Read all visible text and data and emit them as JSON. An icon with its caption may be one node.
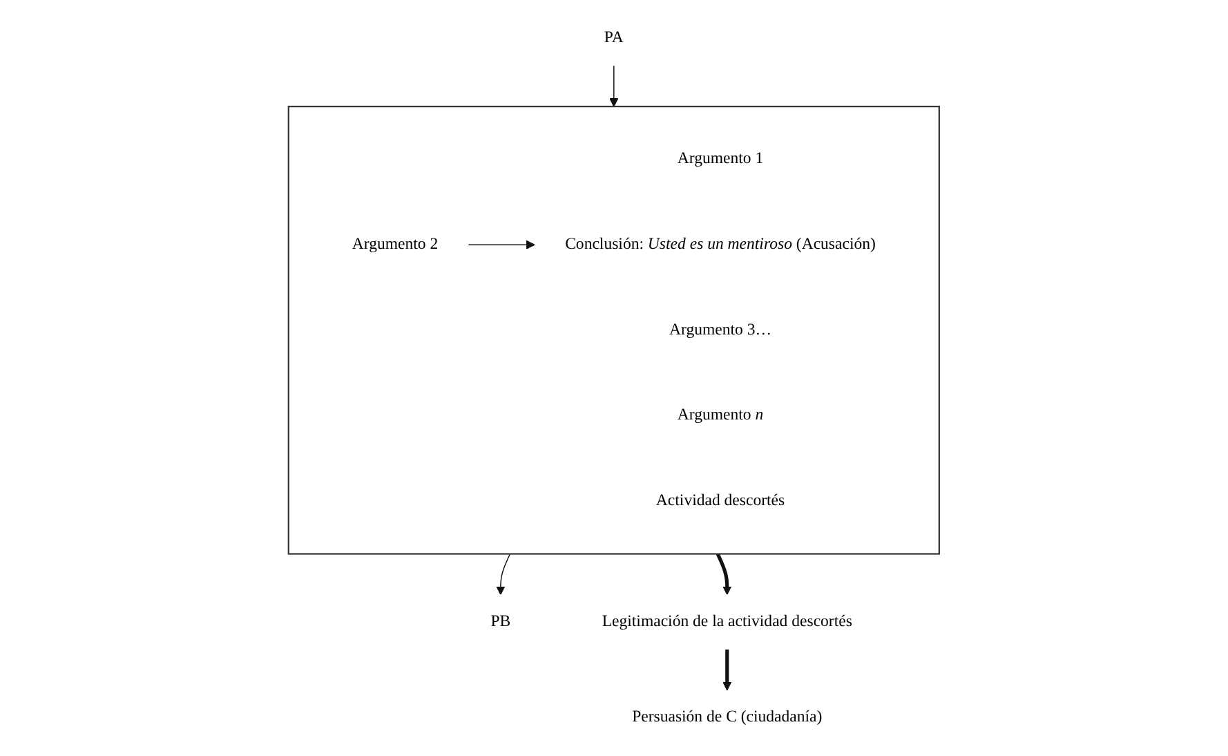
{
  "diagram": {
    "nodes": [
      {
        "text": [],
        "shape": "box"
      },
      {
        "text": [
          "PA"
        ]
      },
      {
        "text": [
          "PB"
        ]
      },
      {
        "text": [
          "Argumento 1"
        ],
        "in": 0
      },
      {
        "text": [
          "Argumento 2"
        ],
        "in": 0
      },
      {
        "text": [
          "Argumento 3…"
        ],
        "in": 0
      },
      {
        "text": [
          "Argumento *n*"
        ],
        "in": 0
      },
      {
        "text": [
          "Conclusión: *Usted es un mentiroso* (Acusación)"
        ],
        "in": 0
      },
      {
        "text": [
          "Actividad descortés"
        ],
        "in": 0
      },
      {
        "text": [
          "Legitimación de la actividad descortés"
        ]
      },
      {
        "text": [
          "Persuasión de C (ciudadanía)"
        ]
      }
    ],
    "edges": [
      {
        "from": 1,
        "to": 0,
        "arrow": "to"
      },
      {
        "from": 0,
        "to": 2,
        "arrow": "to"
      },
      {
        "from": 4,
        "to": 7,
        "arrow": "to"
      },
      {
        "from": 0,
        "to": 9,
        "arrow": "to",
        "style": "thick"
      },
      {
        "from": 9,
        "to": 10,
        "arrow": "to",
        "style": "thick"
      }
    ]
  }
}
